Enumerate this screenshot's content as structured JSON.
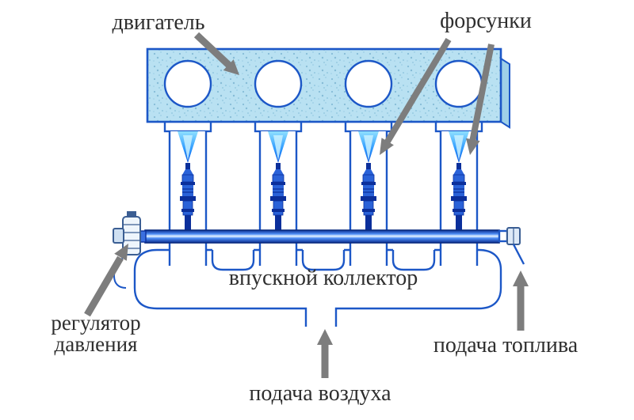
{
  "diagram": {
    "title_hint": "multipoint fuel injection schematic",
    "labels": {
      "engine": "двигатель",
      "injectors": "форсунки",
      "intake_manifold": "впускной коллектор",
      "pressure_regulator_line1": "регулятор",
      "pressure_regulator_line2": "давления",
      "fuel_supply": "подача топлива",
      "air_supply": "подача воздуха"
    },
    "colors": {
      "outline_blue": "#1c57c7",
      "block_fill": "#b9e1f2",
      "block_speckle": "#86bcd7",
      "spray_blue": "#1e90ff",
      "rail_dark": "#0b2e8f",
      "injector_mid": "#2a62d8",
      "injector_dark": "#0b2f9b",
      "arrow_gray": "#7d7d7d",
      "text": "#2e2e2e",
      "background": "#ffffff"
    }
  }
}
